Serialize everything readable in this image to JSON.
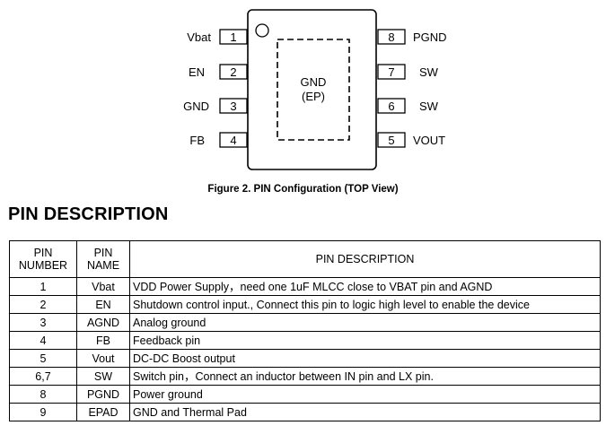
{
  "diagram": {
    "center_label_1": "GND",
    "center_label_2": "(EP)",
    "left_pins": [
      {
        "name": "Vbat",
        "number": "1"
      },
      {
        "name": "EN",
        "number": "2"
      },
      {
        "name": "GND",
        "number": "3"
      },
      {
        "name": "FB",
        "number": "4"
      }
    ],
    "right_pins": [
      {
        "name": "PGND",
        "number": "8"
      },
      {
        "name": "SW",
        "number": "7"
      },
      {
        "name": "SW",
        "number": "6"
      },
      {
        "name": "VOUT",
        "number": "5"
      }
    ],
    "caption": "Figure 2.  PIN Configuration (TOP View)"
  },
  "section_title": "PIN DESCRIPTION",
  "table": {
    "headers": {
      "number_line1": "PIN",
      "number_line2": "NUMBER",
      "name_line1": "PIN",
      "name_line2": "NAME",
      "description": "PIN DESCRIPTION"
    },
    "rows": [
      {
        "number": "1",
        "name": "Vbat",
        "description": "VDD Power Supply，need one 1uF MLCC close to VBAT pin and AGND"
      },
      {
        "number": "2",
        "name": "EN",
        "description": "Shutdown control input., Connect this pin to logic high level to enable the device"
      },
      {
        "number": "3",
        "name": "AGND",
        "description": "Analog ground"
      },
      {
        "number": "4",
        "name": "FB",
        "description": "Feedback pin"
      },
      {
        "number": "5",
        "name": "Vout",
        "description": "DC-DC Boost output"
      },
      {
        "number": "6,7",
        "name": "SW",
        "description": "Switch pin，Connect an inductor between IN pin and LX pin."
      },
      {
        "number": "8",
        "name": "PGND",
        "description": "Power ground"
      },
      {
        "number": "9",
        "name": "EPAD",
        "description": "GND and Thermal Pad"
      }
    ]
  }
}
